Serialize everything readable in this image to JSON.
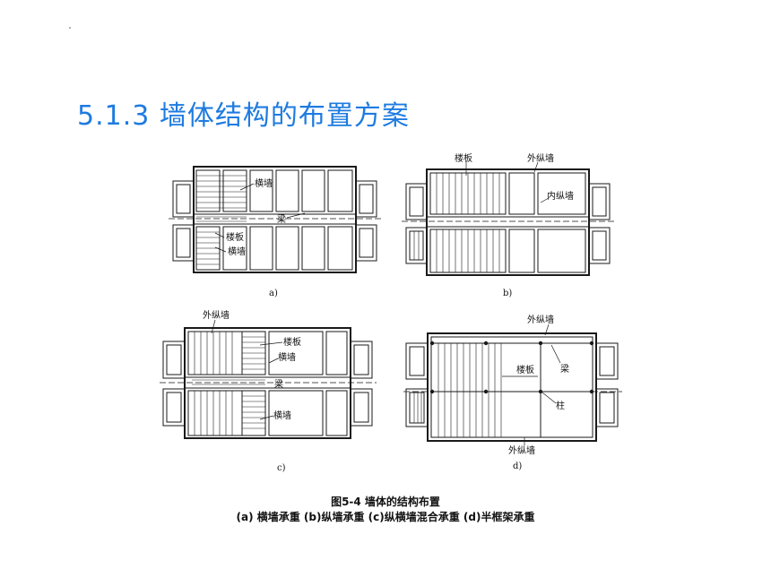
{
  "title": "5.1.3 墙体结构的布置方案",
  "labels": {
    "heng_qiang": "横墙",
    "lou_ban": "楼板",
    "liang": "梁",
    "wai_zong_qiang": "外纵墙",
    "nei_zong_qiang": "内纵墙",
    "zhu": "柱"
  },
  "subfig": {
    "a": "a)",
    "b": "b)",
    "c": "c)",
    "d": "d)"
  },
  "caption": {
    "main": "图5-4  墙体的结构布置",
    "sub": "(a)  横墙承重  (b)纵墙承重  (c)纵横墙混合承重  (d)半框架承重"
  },
  "colors": {
    "title": "#1E7BE0",
    "line": "#1a1a1a"
  }
}
